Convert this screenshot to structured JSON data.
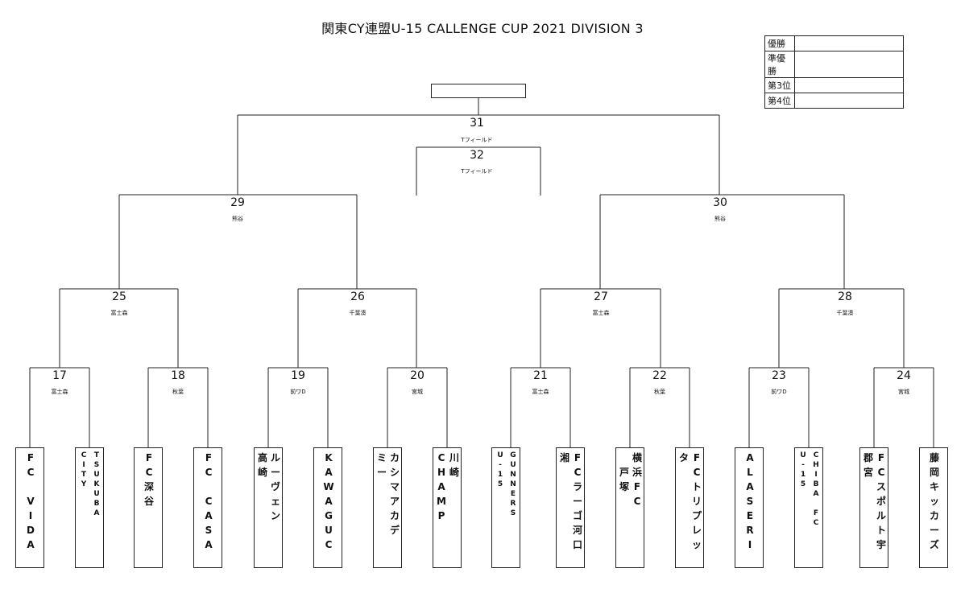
{
  "title": "関東CY連盟U-15  CALLENGE CUP  2021 DIVISION 3",
  "results": [
    {
      "label": "優勝",
      "value": ""
    },
    {
      "label": "準優勝",
      "value": ""
    },
    {
      "label": "第3位",
      "value": ""
    },
    {
      "label": "第4位",
      "value": ""
    }
  ],
  "champion": "",
  "matches": {
    "m17": {
      "no": "17",
      "venue": "富士森"
    },
    "m18": {
      "no": "18",
      "venue": "秋葉"
    },
    "m19": {
      "no": "19",
      "venue": "前ワD"
    },
    "m20": {
      "no": "20",
      "venue": "宮城"
    },
    "m21": {
      "no": "21",
      "venue": "富士森"
    },
    "m22": {
      "no": "22",
      "venue": "秋葉"
    },
    "m23": {
      "no": "23",
      "venue": "前ワD"
    },
    "m24": {
      "no": "24",
      "venue": "宮城"
    },
    "m25": {
      "no": "25",
      "venue": "富士森"
    },
    "m26": {
      "no": "26",
      "venue": "千葉湊"
    },
    "m27": {
      "no": "27",
      "venue": "富士森"
    },
    "m28": {
      "no": "28",
      "venue": "千葉湊"
    },
    "m29": {
      "no": "29",
      "venue": "熊谷"
    },
    "m30": {
      "no": "30",
      "venue": "熊谷"
    },
    "m31": {
      "no": "31",
      "venue": "Tフィールド"
    },
    "m32": {
      "no": "32",
      "venue": "Tフィールド"
    }
  },
  "teams": [
    {
      "c1": "F\nC\n\nV\nI\nD\nA"
    },
    {
      "l": "C\nI\nT\nY",
      "r": "T\nS\nU\nK\nU\nB\nA"
    },
    {
      "c1": "F\nC\n深\n谷"
    },
    {
      "c1": "F\nC\n\nC\nA\nS\nA"
    },
    {
      "l": "高\n崎",
      "r": "ル\nー\nヴ\nェ\nン"
    },
    {
      "c1": "K\nA\nW\nA\nG\nU\nC"
    },
    {
      "l": "ミ\nー",
      "r": "カ\nシ\nマ\nア\nカ\nデ"
    },
    {
      "l": "C\nH\nA\nM\nP",
      "r": "川\n崎"
    },
    {
      "l": "U\n-\n1\n5",
      "r": "G\nU\nN\nN\nE\nR\nS"
    },
    {
      "l": "湘",
      "r": "F\nC\nラ\nー\nゴ\n河\n口"
    },
    {
      "l": "戸\n塚",
      "r": "横\n浜\nF\nC"
    },
    {
      "l": "タ",
      "r": "F\nC\nト\nリ\nプ\nレ\nッ"
    },
    {
      "c1": "A\nL\nA\nS\nE\nR\nI"
    },
    {
      "l": "U\n-\n1\n5",
      "r": "C\nH\nI\nB\nA\n\nF\nC"
    },
    {
      "l": "郡\n宮",
      "r": "F\nC\nス\nポ\nル\nト\n宇"
    },
    {
      "c1": "藤\n岡\nキ\nッ\nカ\nー\nズ"
    }
  ]
}
